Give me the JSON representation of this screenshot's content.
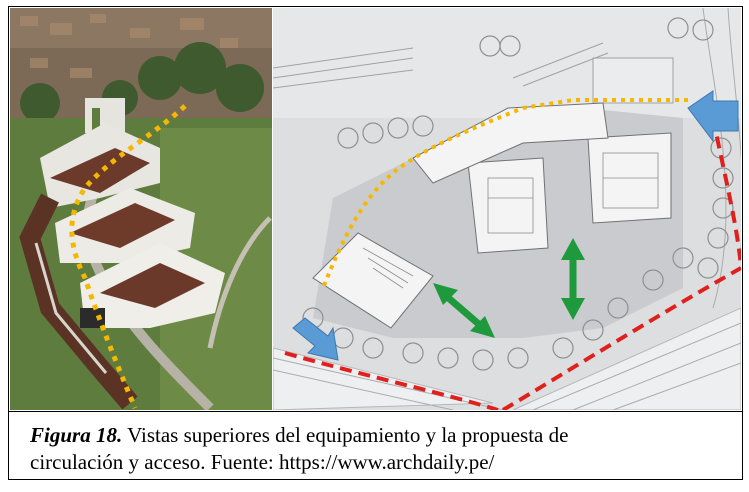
{
  "figure": {
    "caption_label": "Figura 18.",
    "caption_text_line1": " Vistas superiores del equipamiento y la propuesta de",
    "caption_text_line2": "circulación y acceso. Fuente:  https://www.archdaily.pe/"
  },
  "colors": {
    "pedestrian_path": "#f5b800",
    "vehicle_path": "#e0201c",
    "access_arrow": "#5b9bd5",
    "relation_arrow": "#1e9a3c"
  },
  "icons": {
    "access_arrows": "arrow-icon",
    "relation_arrows": "double-arrow-icon"
  }
}
